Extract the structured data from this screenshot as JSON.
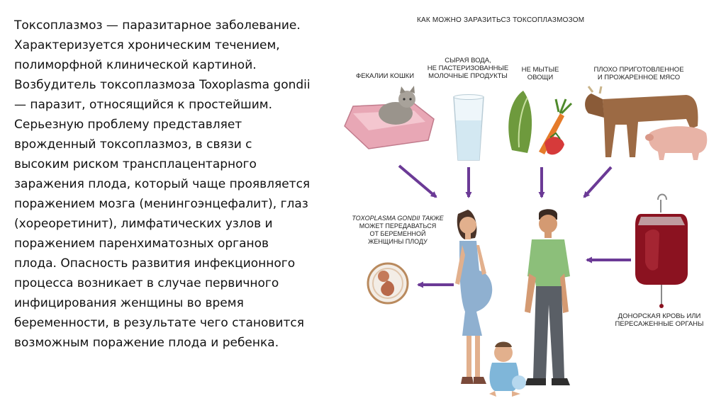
{
  "body_text_lines": [
    "Токсоплазмоз — паразитарное заболевание.",
    "Характеризуется хроническим течением,",
    "полиморфной клинической картиной.",
    "Возбудитель токсоплазмоза Toxoplasma gondii",
    "— паразит, относящийся к простейшим.",
    "Серьезную проблему представляет",
    "врожденный токсоплазмоз, в связи с",
    "высоким риском трансплацентарного",
    "заражения плода, который чаще проявляется",
    "поражением мозга (менингоэнцефалит), глаз",
    "(хореоретинит), лимфатических узлов и",
    "поражением паренхиматозных органов",
    "плода. Опасность развития инфекционного",
    "процесса возникает в случае первичного",
    "инфицирования женщины во время",
    "беременности, в результате чего становится",
    "возможным поражение плода и ребенка."
  ],
  "figure": {
    "title": "Как можно заразитьсЗ токсоплазмозом",
    "sources": [
      {
        "icon": "cat-litter-box-icon",
        "lines": [
          "Фекалии кошки"
        ]
      },
      {
        "icon": "glass-of-water-icon",
        "lines": [
          "Сырая вода,",
          "не пастеризованные",
          "молочные продукты"
        ]
      },
      {
        "icon": "vegetables-icon",
        "lines": [
          "Не мытые",
          "овощи"
        ]
      },
      {
        "icon": "cow-and-pig-icon",
        "lines": [
          "Плохо приготовленное",
          "и прожаренное мясо"
        ]
      }
    ],
    "transplacental_note": [
      "Toxoplasma gondii также",
      "может передаваться",
      "от беременной",
      "женщины плоду"
    ],
    "donor": {
      "icon": "blood-bag-icon",
      "lines": [
        "Донорская кровь или",
        "пересаженные органы"
      ]
    },
    "people_icons": [
      "pregnant-woman-icon",
      "man-icon",
      "child-icon",
      "fetus-icon"
    ],
    "colors": {
      "arrow": "#6b3a96",
      "text": "#111111"
    }
  }
}
